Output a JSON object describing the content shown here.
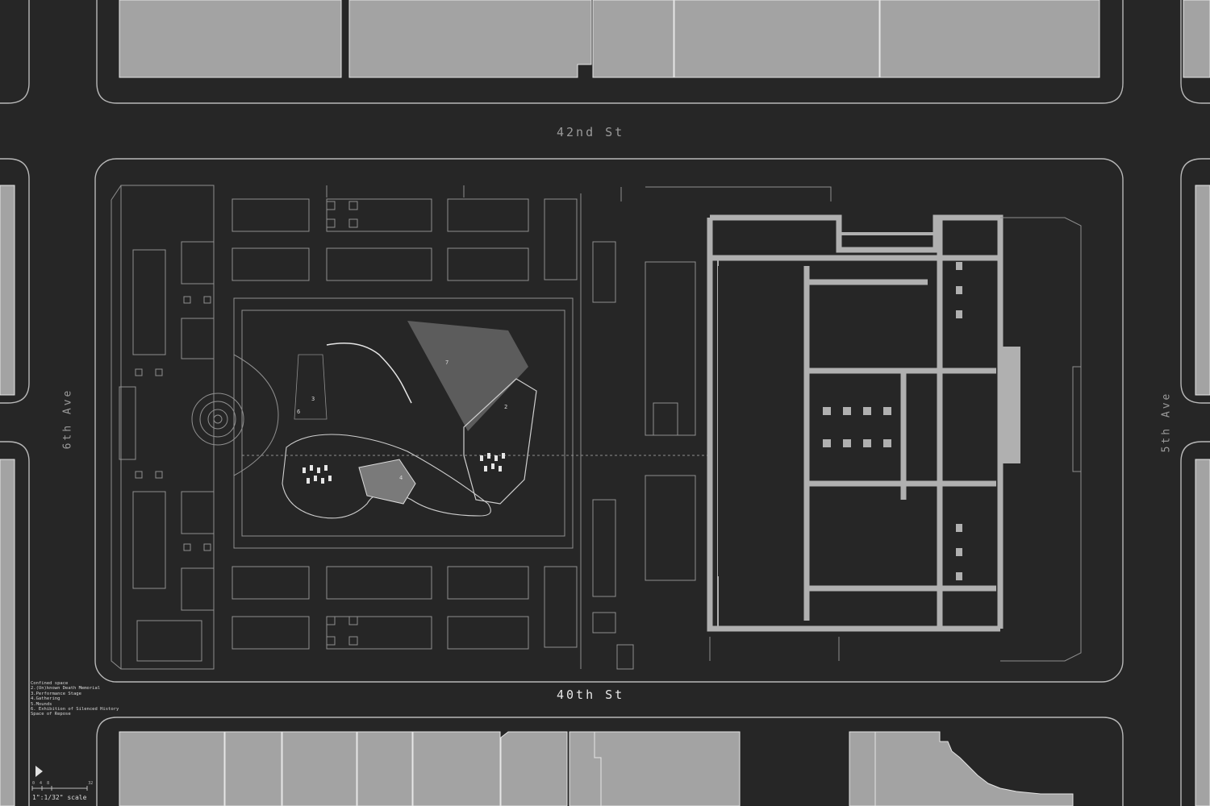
{
  "streets": {
    "north": "42nd St",
    "south": "40th St",
    "west": "6th Ave",
    "east": "5th Ave"
  },
  "legend": [
    "Confined space",
    "2.(Un)known Death Memorial",
    "3.Performance Stage",
    "4.Gathering",
    "5.Mounds",
    "6. Exhibition of Silenced History",
    "Space of Repose"
  ],
  "plan_numbers": [
    "7",
    "2",
    "3",
    "6",
    "4"
  ],
  "scale": {
    "ticks": [
      "0",
      "4",
      "8",
      "32"
    ],
    "label": "1\":1/32\" scale"
  },
  "icons": {
    "north_arrow": "north-arrow-icon"
  },
  "colors": {
    "background": "#262626",
    "street_line": "#b8b8b8",
    "building_fill": "#a3a3a3",
    "library_fill": "#b0b0b0",
    "plan_line": "#8f8f8f"
  }
}
